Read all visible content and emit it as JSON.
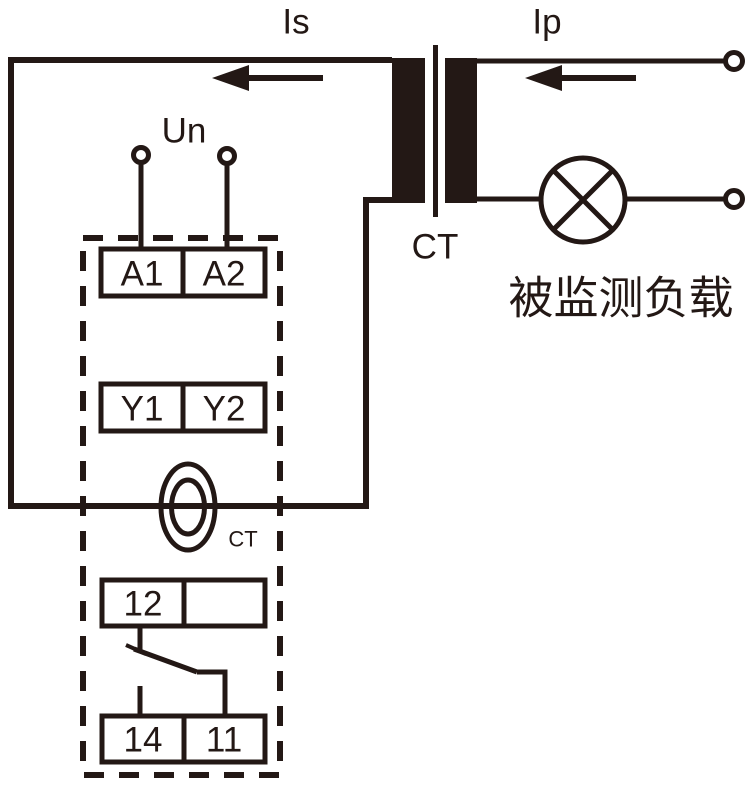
{
  "colors": {
    "ink": "#231815",
    "background": "#ffffff"
  },
  "labels": {
    "secondary_current": "Is",
    "primary_current": "Ip",
    "supply_voltage": "Un",
    "current_transformer": "CT",
    "internal_ct_coil": "CT",
    "monitored_load": "被监测负载"
  },
  "terminals": {
    "a1": "A1",
    "a2": "A2",
    "y1": "Y1",
    "y2": "Y2",
    "t12": "12",
    "t12_spare": "",
    "t14": "14",
    "t11": "11"
  }
}
